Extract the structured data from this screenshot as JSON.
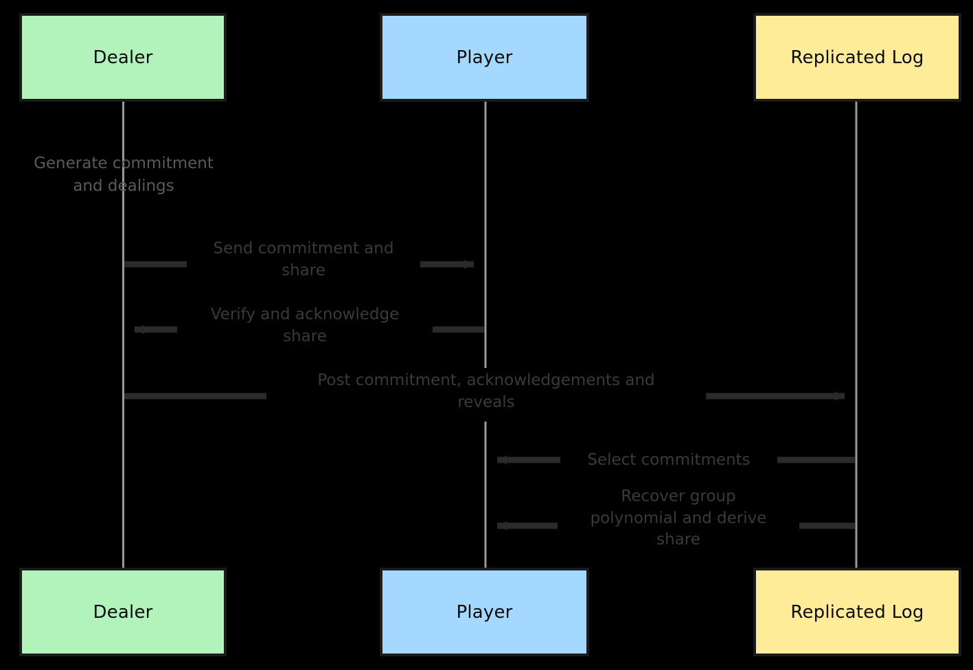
{
  "diagram": {
    "type": "sequence-diagram",
    "background_color": "#000000",
    "participants": [
      {
        "id": "dealer",
        "label": "Dealer",
        "fill": "#b2f2bb",
        "stroke": "#1b1b1b"
      },
      {
        "id": "player",
        "label": "Player",
        "fill": "#a5d8ff",
        "stroke": "#1b1b1b"
      },
      {
        "id": "rlog",
        "label": "Replicated Log",
        "fill": "#ffec99",
        "stroke": "#1b1b1b"
      }
    ],
    "lifeline_color": "#9a9a9a",
    "message_color": "#2b2b2b",
    "label_color": "#3a3a3a",
    "notes": [
      {
        "id": "note1",
        "text": "Generate commitment\nand dealings",
        "actor": "dealer"
      }
    ],
    "messages": [
      {
        "id": "m1",
        "text": "Send commitment and\nshare",
        "from": "dealer",
        "to": "player",
        "direction": "right"
      },
      {
        "id": "m2",
        "text": "Verify and acknowledge\nshare",
        "from": "player",
        "to": "dealer",
        "direction": "left"
      },
      {
        "id": "m3",
        "text": "Post commitment, acknowledgements and\nreveals",
        "from": "dealer",
        "to": "rlog",
        "direction": "right"
      },
      {
        "id": "m4",
        "text": "Select commitments",
        "from": "rlog",
        "to": "player",
        "direction": "left"
      },
      {
        "id": "m5",
        "text": "Recover group\npolynomial and derive\nshare",
        "from": "rlog",
        "to": "player",
        "direction": "left"
      }
    ]
  }
}
